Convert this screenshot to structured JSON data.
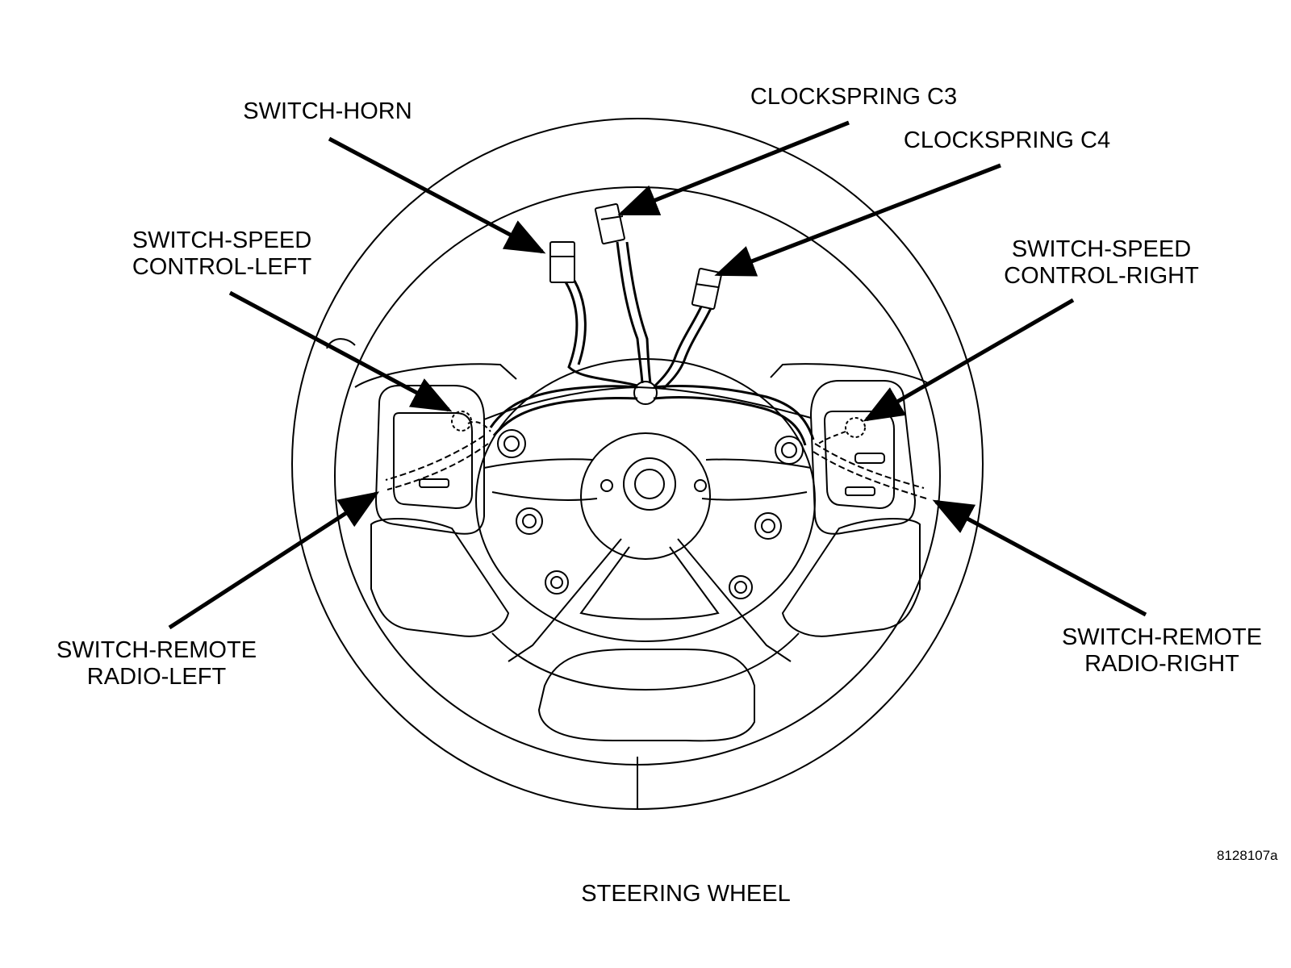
{
  "labels": {
    "switch_horn": "SWITCH-HORN",
    "clockspring_c3": "CLOCKSPRING C3",
    "clockspring_c4": "CLOCKSPRING C4",
    "speed_left_line1": "SWITCH-SPEED",
    "speed_left_line2": "CONTROL-LEFT",
    "speed_right_line1": "SWITCH-SPEED",
    "speed_right_line2": "CONTROL-RIGHT",
    "radio_left_line1": "SWITCH-REMOTE",
    "radio_left_line2": "RADIO-LEFT",
    "radio_right_line1": "SWITCH-REMOTE",
    "radio_right_line2": "RADIO-RIGHT"
  },
  "figure_id": "8128107a",
  "caption": "STEERING WHEEL"
}
